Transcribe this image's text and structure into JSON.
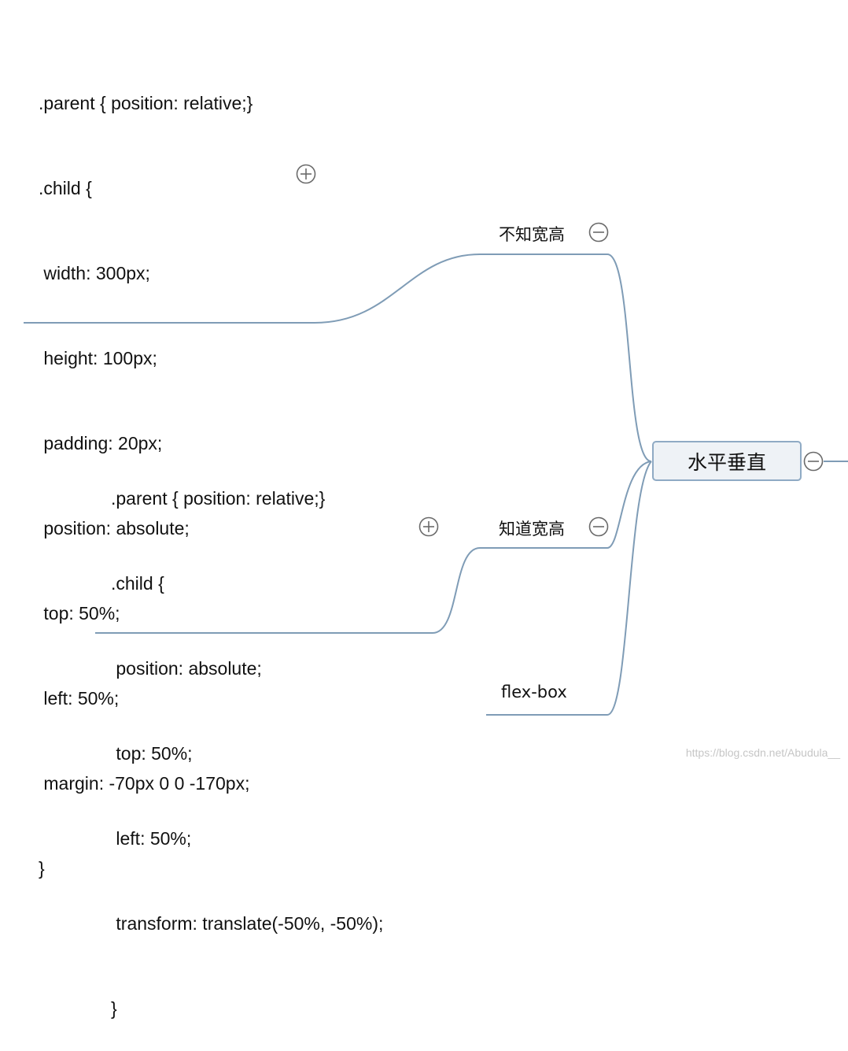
{
  "central_topic": "水平垂直",
  "branches": [
    {
      "label": "不知宽高",
      "code": [
        ".parent { position: relative;}",
        ".child {",
        " width: 300px;",
        " height: 100px;",
        " padding: 20px;",
        " position: absolute;",
        " top: 50%;",
        " left: 50%;",
        " margin: -70px 0 0 -170px;",
        "}"
      ]
    },
    {
      "label": "知道宽高",
      "code": [
        ".parent { position: relative;}",
        ".child {",
        " position: absolute;",
        " top: 50%;",
        " left: 50%;",
        " transform: translate(-50%, -50%);",
        "}"
      ]
    },
    {
      "label": "flex-box"
    }
  ],
  "watermark": "https://blog.csdn.net/Abudula__",
  "colors": {
    "connector": "#7f9cb6",
    "central_border": "#8faac4",
    "central_fill": "#eef2f6",
    "toggle_icon": "#6a6a6a"
  }
}
